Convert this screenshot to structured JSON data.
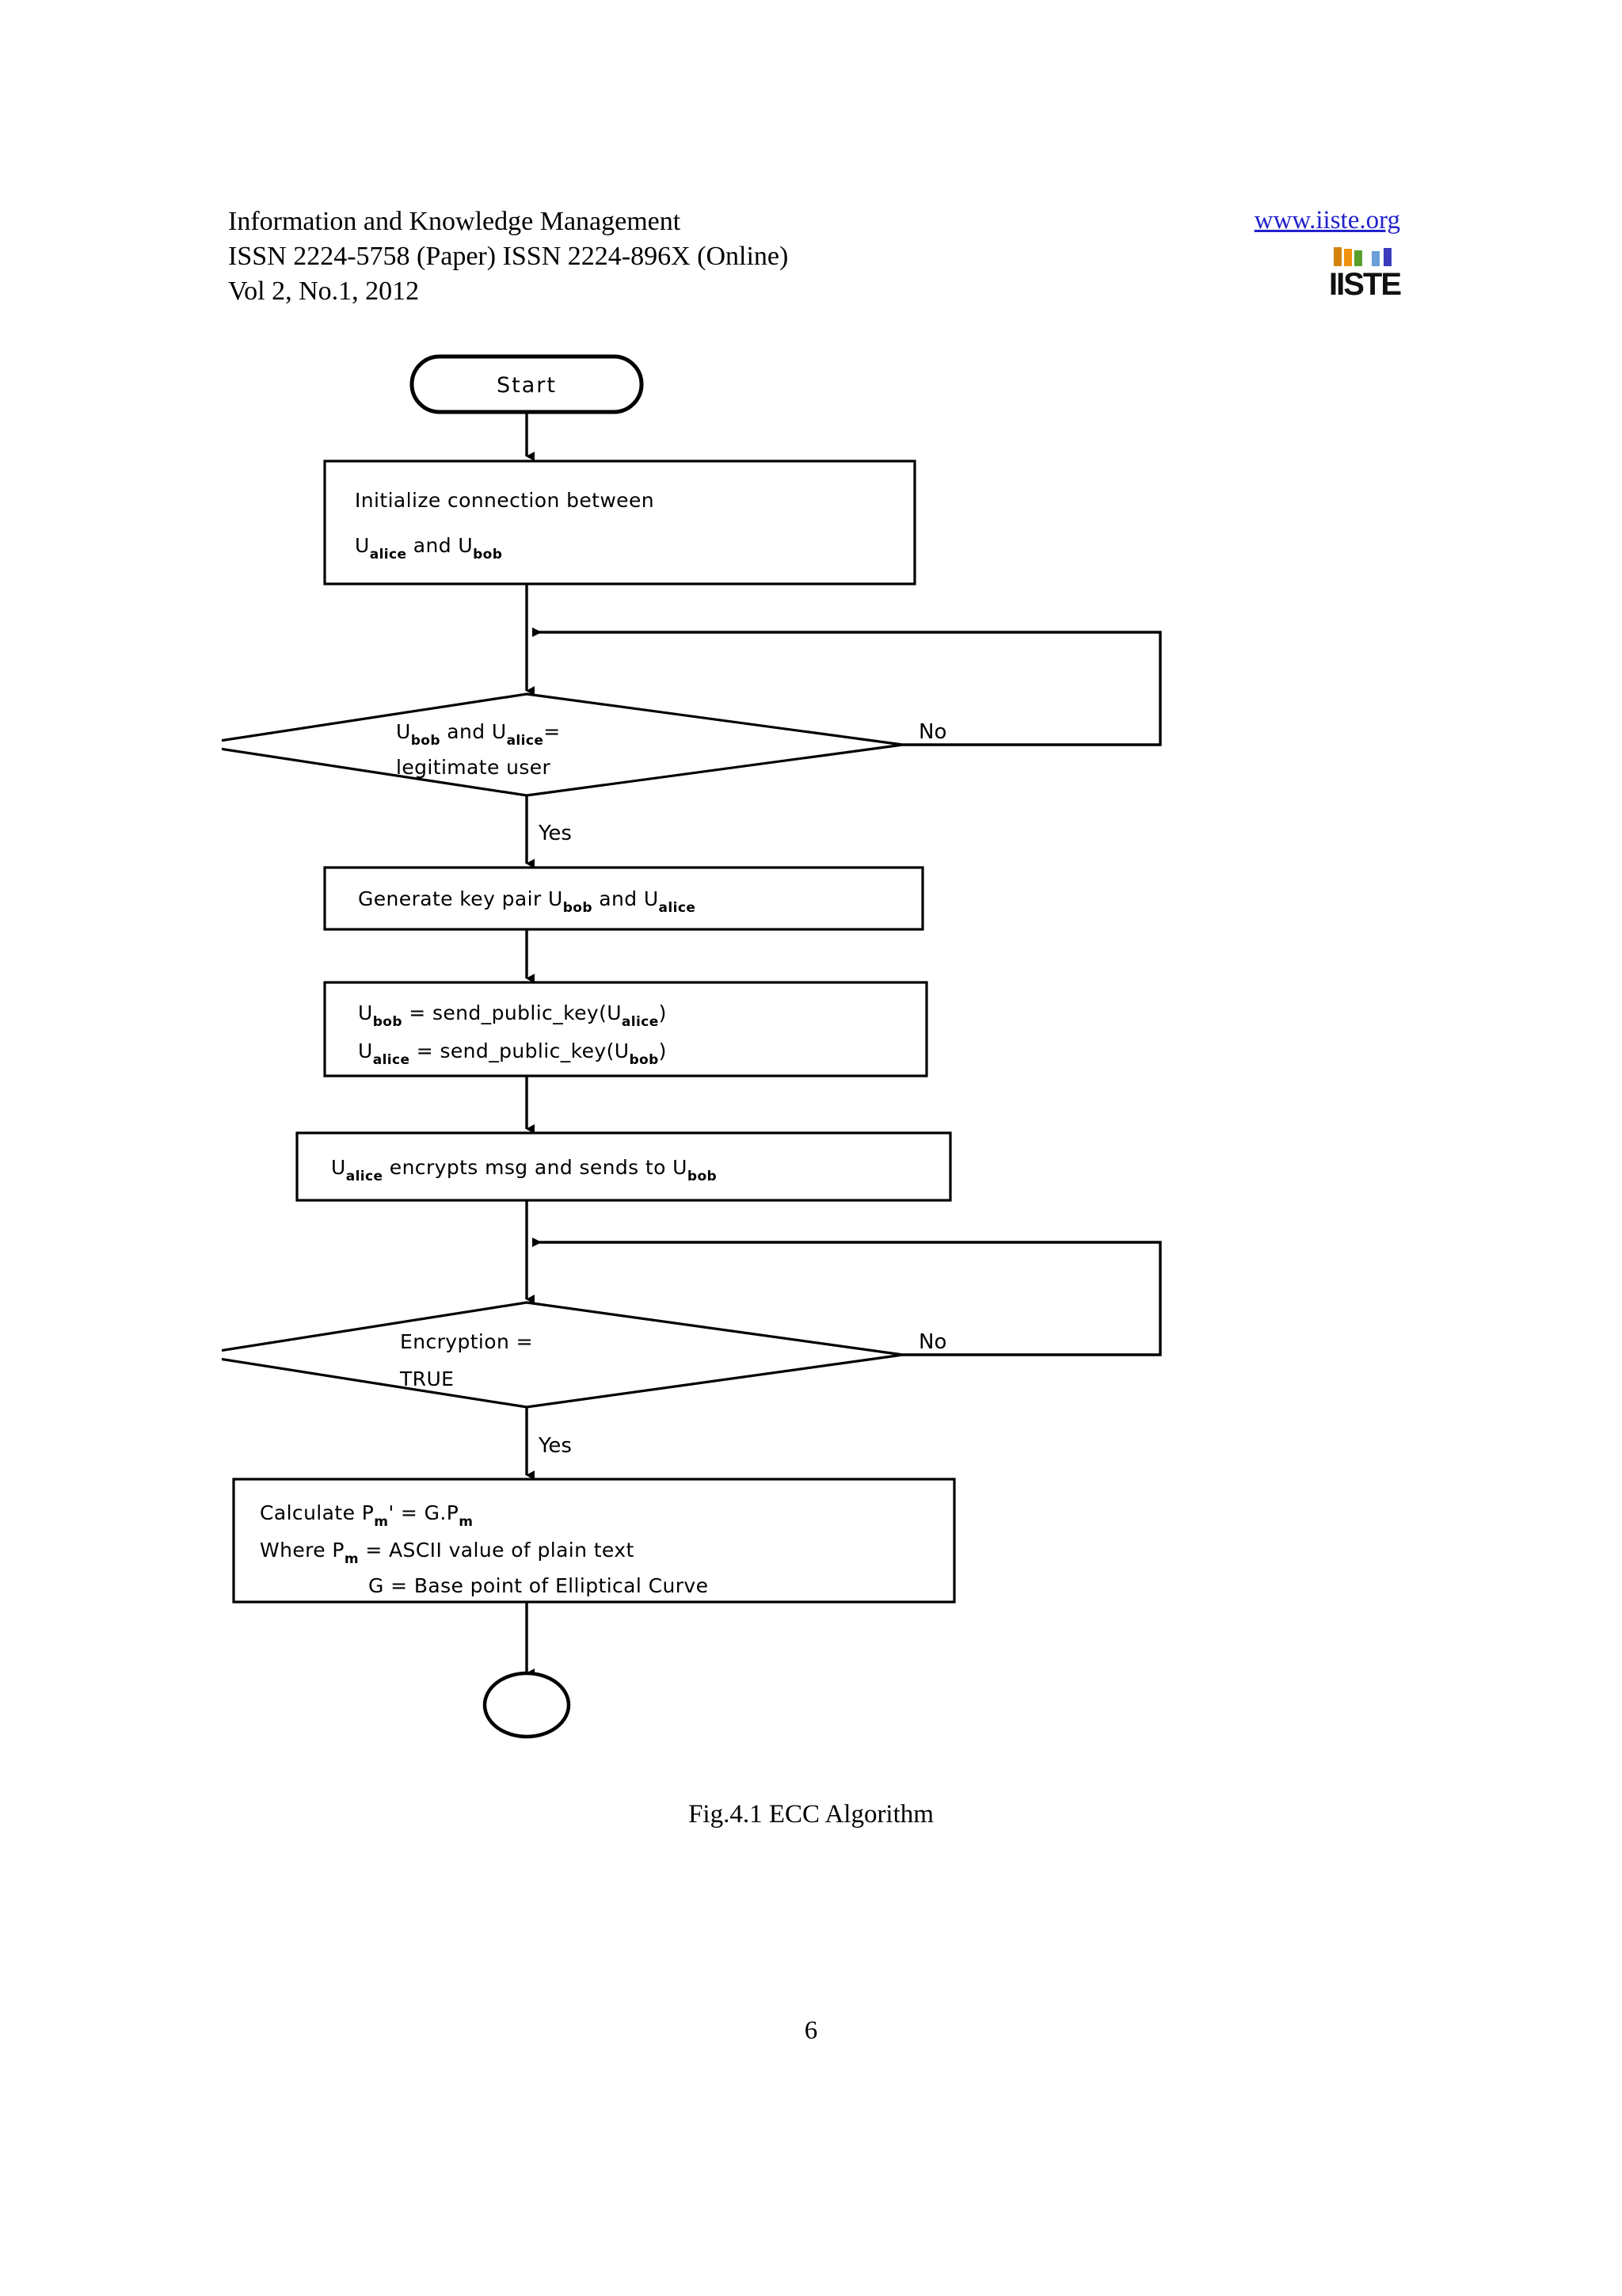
{
  "header": {
    "journal_title": "Information and Knowledge Management",
    "issn_line": "ISSN 2224-5758 (Paper) ISSN 2224-896X (Online)",
    "volume_line": "Vol 2, No.1, 2012",
    "website": "www.iiste.org",
    "logo_text": "IISTE",
    "logo_bar_colors": [
      "#d4820a",
      "#f0920e",
      "#5aa02c",
      "#ffffff",
      "#6a9fd8",
      "#3b3bbd"
    ],
    "link_color": "#2222cc"
  },
  "flowchart": {
    "title": "ECC Algorithm",
    "nodes": {
      "start": {
        "type": "terminator",
        "label": "Start"
      },
      "initialize": {
        "type": "process",
        "line1": "Initialize connection between",
        "line2_a": "U",
        "line2_a_sub": "alice",
        "line2_b": " and U",
        "line2_b_sub": "bob"
      },
      "decision_legitimate": {
        "type": "decision",
        "line1_a": "U",
        "line1_a_sub": "bob",
        "line1_b": " and U",
        "line1_b_sub": "alice",
        "line1_c": "=",
        "line2": "legitimate user",
        "yes_label": "Yes",
        "no_label": "No"
      },
      "generate_keypair": {
        "type": "process",
        "text_a": "Generate key pair U",
        "text_a_sub": "bob",
        "text_b": " and U",
        "text_b_sub": "alice"
      },
      "send_public_key": {
        "type": "process",
        "line1_a": "U",
        "line1_a_sub": "bob",
        "line1_b": " = send_public_key(U",
        "line1_b_sub": "alice",
        "line1_c": ")",
        "line2_a": "U",
        "line2_a_sub": "alice",
        "line2_b": " = send_public_key(U",
        "line2_b_sub": "bob",
        "line2_c": ")"
      },
      "encrypt_send": {
        "type": "process",
        "text_a": "U",
        "text_a_sub": "alice",
        "text_b": " encrypts msg and sends to U",
        "text_b_sub": "bob"
      },
      "decision_encryption": {
        "type": "decision",
        "line1": "Encryption =",
        "line2": "TRUE",
        "yes_label": "Yes",
        "no_label": "No"
      },
      "calculate": {
        "type": "process",
        "line1_a": "Calculate P",
        "line1_a_sub": "m",
        "line1_b": "' = G.P",
        "line1_b_sub": "m",
        "line2_a": "Where   P",
        "line2_a_sub": "m",
        "line2_b": " = ASCII value of plain text",
        "line3": "G = Base point of Elliptical Curve"
      },
      "end": {
        "type": "terminator_ellipse",
        "label": ""
      }
    }
  },
  "caption": "Fig.4.1 ECC Algorithm",
  "page_number": "6"
}
